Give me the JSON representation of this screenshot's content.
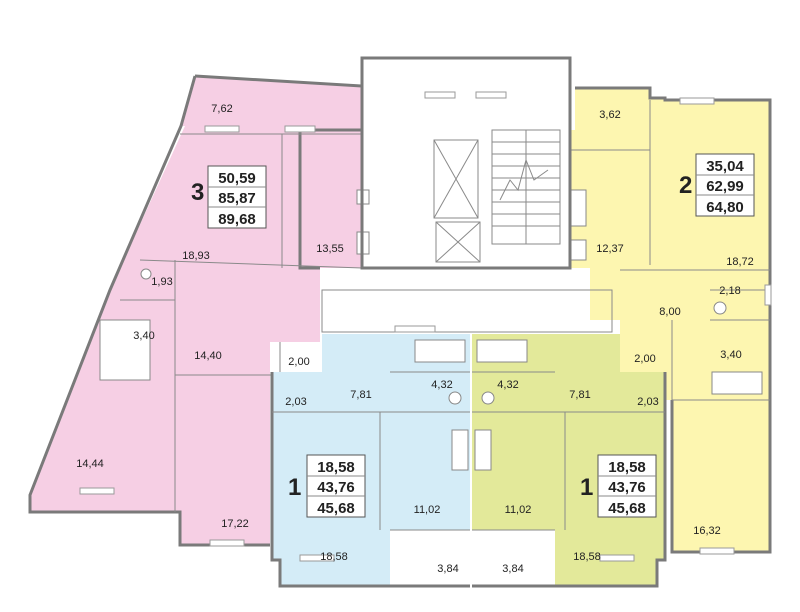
{
  "apartments": [
    {
      "id": "apt-3",
      "rooms": "3",
      "areas": [
        "50,59",
        "85,87",
        "89,68"
      ],
      "color": "#f6cfe4"
    },
    {
      "id": "apt-2",
      "rooms": "2",
      "areas": [
        "35,04",
        "62,99",
        "64,80"
      ],
      "color": "#fdf6b0"
    },
    {
      "id": "apt-1-left",
      "rooms": "1",
      "areas": [
        "18,58",
        "43,76",
        "45,68"
      ],
      "color": "#d4ecf7"
    },
    {
      "id": "apt-1-right",
      "rooms": "1",
      "areas": [
        "18,58",
        "43,76",
        "45,68"
      ],
      "color": "#e3e99a"
    }
  ],
  "room_labels": {
    "pink_loggia": "7,62",
    "pink_room_big": "18,93",
    "pink_kitchen": "13,55",
    "pink_wc": "1,93",
    "pink_bath": "3,40",
    "pink_hall": "14,40",
    "pink_corridor": "2,00",
    "pink_room_left": "14,44",
    "pink_room_bottom": "17,22",
    "yellow_loggia": "3,62",
    "yellow_kitchen": "12,37",
    "yellow_room": "18,72",
    "yellow_hall": "8,00",
    "yellow_wc": "2,18",
    "yellow_corridor": "2,00",
    "yellow_bath": "3,40",
    "yellow_room_bottom": "16,32",
    "blue_corridor": "2,03",
    "blue_hall": "7,81",
    "blue_bath": "4,32",
    "blue_kitchen": "11,02",
    "blue_room": "18,58",
    "blue_loggia": "3,84",
    "green_bath": "4,32",
    "green_hall": "7,81",
    "green_corridor": "2,03",
    "green_kitchen": "11,02",
    "green_room": "18,58",
    "green_loggia": "3,84"
  },
  "colors": {
    "pink": "#f6cfe4",
    "yellow": "#fdf6b0",
    "blue": "#d4ecf7",
    "green": "#e3e99a",
    "wall": "#7a7a7a"
  }
}
